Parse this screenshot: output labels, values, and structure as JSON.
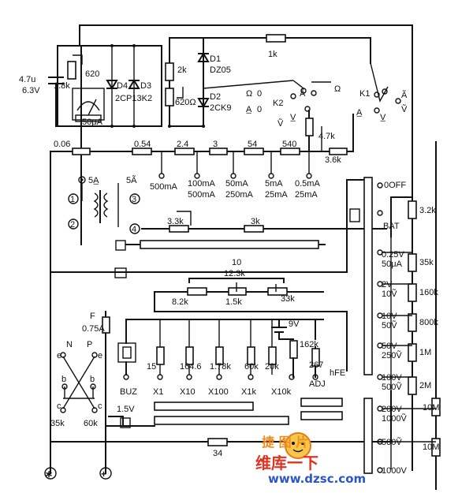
{
  "meter": {
    "unit": "50μA",
    "cap_value": "4.7u",
    "cap_voltage": "6.3V",
    "r_shunt": "1.8k",
    "r_adj": "620",
    "d4": "D4",
    "d3": "D3",
    "d34_type": "2CP13K2",
    "r_2k": "2k",
    "r_620": "620Ω",
    "d1": "D1",
    "d1_type": "DZ05",
    "d2": "D2",
    "d2_type": "2CK9",
    "r_1k": "1k"
  },
  "switches": {
    "k1": "K1",
    "k2": "K2",
    "ohm": "Ω",
    "dc_a": "A̲",
    "ac_v": "Ṽ",
    "dc_v": "V̲",
    "ac_a": "Ã",
    "zero": "0"
  },
  "shunts": {
    "values": [
      "0.06",
      "0.54",
      "2.4",
      "3",
      "54",
      "540"
    ],
    "r_4_7k": "4.7k",
    "r_3_6k": "3.6k",
    "ranges": [
      {
        "dc": "500mA",
        "ac": ""
      },
      {
        "dc": "100mA",
        "ac": "500mA"
      },
      {
        "dc": "50mA",
        "ac": "250mA"
      },
      {
        "dc": "5mA",
        "ac": "25mA"
      },
      {
        "dc": "0.5mA",
        "ac": "25mA"
      }
    ]
  },
  "terminals": {
    "t1": "1",
    "t2": "2",
    "t3": "3",
    "t4": "4",
    "t5a_dc": "5A̲",
    "t5a_ac": "5Ã",
    "r_3_3k": "3.3k",
    "r_3k": "3k"
  },
  "ohms": {
    "r_10": "10",
    "r_12_3k": "12.3k",
    "r_8_2k": "8.2k",
    "r_1_5k": "1.5k",
    "r_33k": "33k",
    "fuse_label": "F",
    "fuse_value": "0.75A",
    "battery": "9V",
    "cell": "1.5V",
    "r_162k": "162k",
    "r_267": "267",
    "shunt_values": [
      "15",
      "164.6",
      "1.78k",
      "60k",
      "20k"
    ],
    "range_labels": [
      "BUZ",
      "X1",
      "X10",
      "X100",
      "X1k",
      "X10k"
    ],
    "adj": "ADJ",
    "hfe": "hFE",
    "r_34": "34"
  },
  "transistor": {
    "n": "N",
    "p": "P",
    "e": "e",
    "b": "b",
    "c": "c",
    "r_35k": "35k",
    "r_60k": "60k"
  },
  "volt_ranges": {
    "off": "0OFF",
    "bat": "BAT",
    "labels": [
      "0.25V",
      "50μA",
      "2V",
      "10Ṽ",
      "10V",
      "50Ṽ",
      "50V",
      "250Ṽ",
      "100V",
      "500Ṽ",
      "200V",
      "1000Ṽ",
      "500Ṽ",
      "1000V"
    ],
    "resistors": [
      "3.2k",
      "35k",
      "160k",
      "800k",
      "1M",
      "2M",
      "10M",
      "10M"
    ]
  },
  "probes": {
    "neg": "∗",
    "pos": "+"
  },
  "watermark": {
    "top": "捷 图 片",
    "middle": "维库一下",
    "url": "www.dzsc.com"
  }
}
